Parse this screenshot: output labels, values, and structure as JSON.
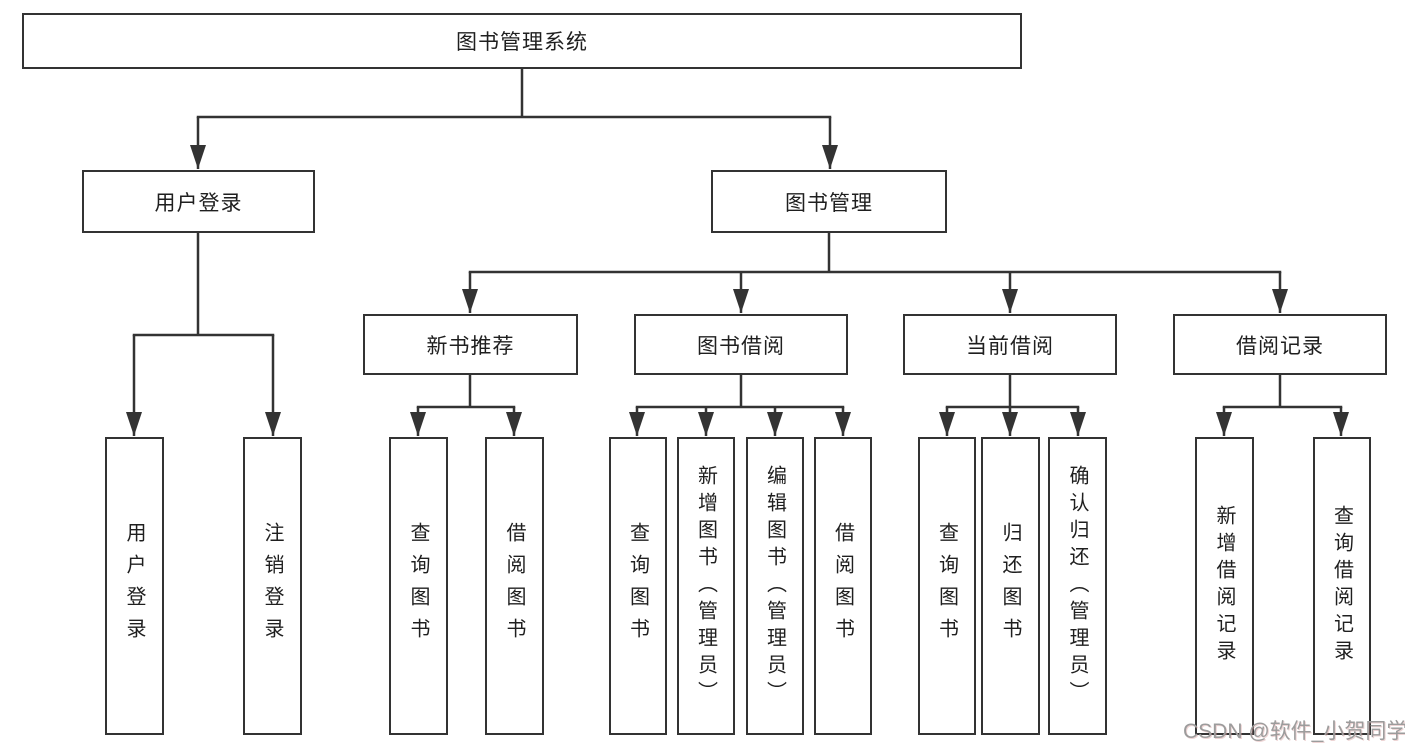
{
  "diagram_title": "图书管理系统",
  "nodes": {
    "root": "图书管理系统",
    "user_login": "用户登录",
    "book_mgmt": "图书管理",
    "new_book_rec": "新书推荐",
    "book_borrow": "图书借阅",
    "current_borrow": "当前借阅",
    "borrow_record": "借阅记录",
    "leaf_user_login": "用户登录",
    "leaf_logout": "注销登录",
    "rec_query_book": "查询图书",
    "rec_borrow_book": "借阅图书",
    "bb_query_book": "查询图书",
    "bb_add_book": "新增图书（管理员）",
    "bb_edit_book": "编辑图书（管理员）",
    "bb_borrow_book": "借阅图书",
    "cb_query_book": "查询图书",
    "cb_return_book": "归还图书",
    "cb_confirm_return": "确认归还（管理员）",
    "br_add_record": "新增借阅记录",
    "br_query_record": "查询借阅记录"
  },
  "hierarchy": {
    "图书管理系统": {
      "用户登录": [
        "用户登录",
        "注销登录"
      ],
      "图书管理": {
        "新书推荐": [
          "查询图书",
          "借阅图书"
        ],
        "图书借阅": [
          "查询图书",
          "新增图书（管理员）",
          "编辑图书（管理员）",
          "借阅图书"
        ],
        "当前借阅": [
          "查询图书",
          "归还图书",
          "确认归还（管理员）"
        ],
        "借阅记录": [
          "新增借阅记录",
          "查询借阅记录"
        ]
      }
    }
  },
  "watermark": "CSDN @软件_小贺同学",
  "colors": {
    "line": "#333333",
    "text": "#1f1f1f",
    "background": "#ffffff",
    "watermark": "#9c9c9c"
  }
}
